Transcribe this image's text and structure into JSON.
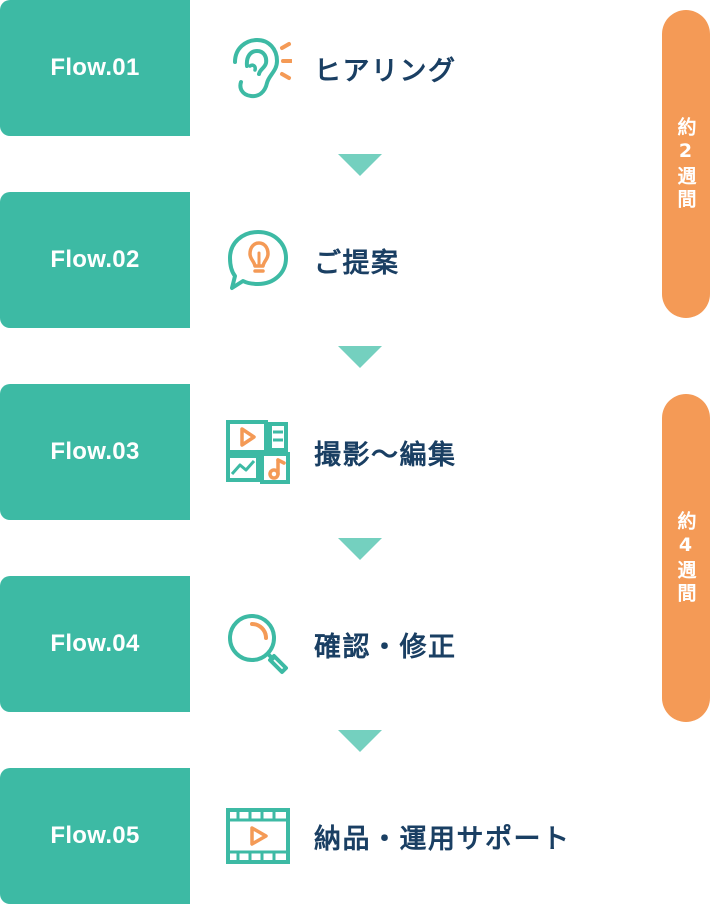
{
  "colors": {
    "teal": "#3dbaa4",
    "arrow_teal": "#74d0bf",
    "orange": "#f49a56",
    "navy": "#1a3f63"
  },
  "steps": [
    {
      "label": "Flow.01",
      "title": "ヒアリング",
      "icon": "ear-listening-icon"
    },
    {
      "label": "Flow.02",
      "title": "ご提案",
      "icon": "lightbulb-speech-bubble-icon"
    },
    {
      "label": "Flow.03",
      "title": "撮影〜編集",
      "icon": "media-files-icon"
    },
    {
      "label": "Flow.04",
      "title": "確認・修正",
      "icon": "magnifier-icon"
    },
    {
      "label": "Flow.05",
      "title": "納品・運用サポート",
      "icon": "video-film-icon"
    }
  ],
  "durations": [
    {
      "text": "約2週間"
    },
    {
      "text": "約4週間"
    }
  ]
}
